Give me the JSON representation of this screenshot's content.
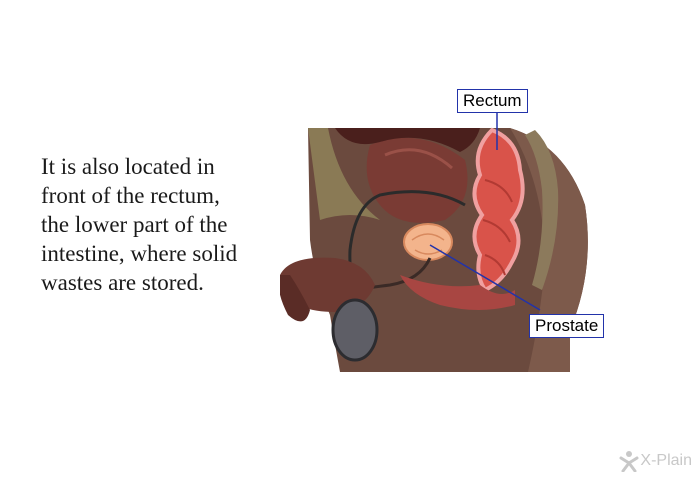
{
  "body_text": "It is also located in\nfront of the rectum,\nthe lower part of the\nintestine, where solid\nwastes are stored.",
  "labels": {
    "rectum": "Rectum",
    "prostate": "Prostate"
  },
  "logo": {
    "text": "X-Plain"
  },
  "colors": {
    "label_border": "#2233aa",
    "leader_line": "#2233aa",
    "rectum_red": "#d9534a",
    "prostate_peach": "#f3b48c",
    "tissue_brown": "#7a5546"
  }
}
